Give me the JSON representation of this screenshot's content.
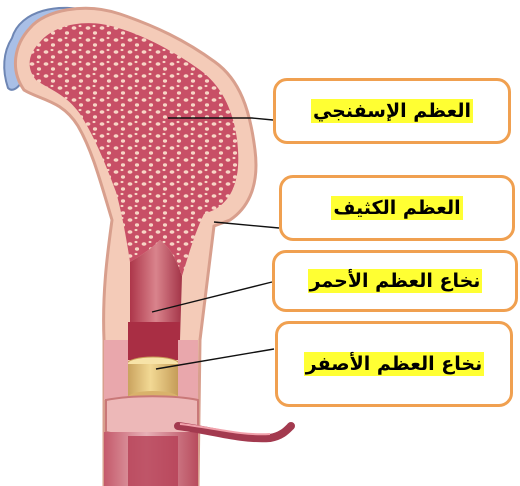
{
  "labels": {
    "spongy_bone": "العظم الإسفنجي",
    "compact_bone": "العظم الكثيف",
    "red_marrow": "نخاع العظم الأحمر",
    "yellow_marrow": "نخاع العظم الأصفر"
  },
  "colors": {
    "box_border": "#f0a050",
    "text_highlight": "#ffff33",
    "bone_tissue": "#f4cbb8",
    "spongy_fill": "#c84f66",
    "red_marrow": "#c9596b",
    "yellow_marrow": "#e7c57b",
    "cartilage": "#a9bfe6"
  }
}
